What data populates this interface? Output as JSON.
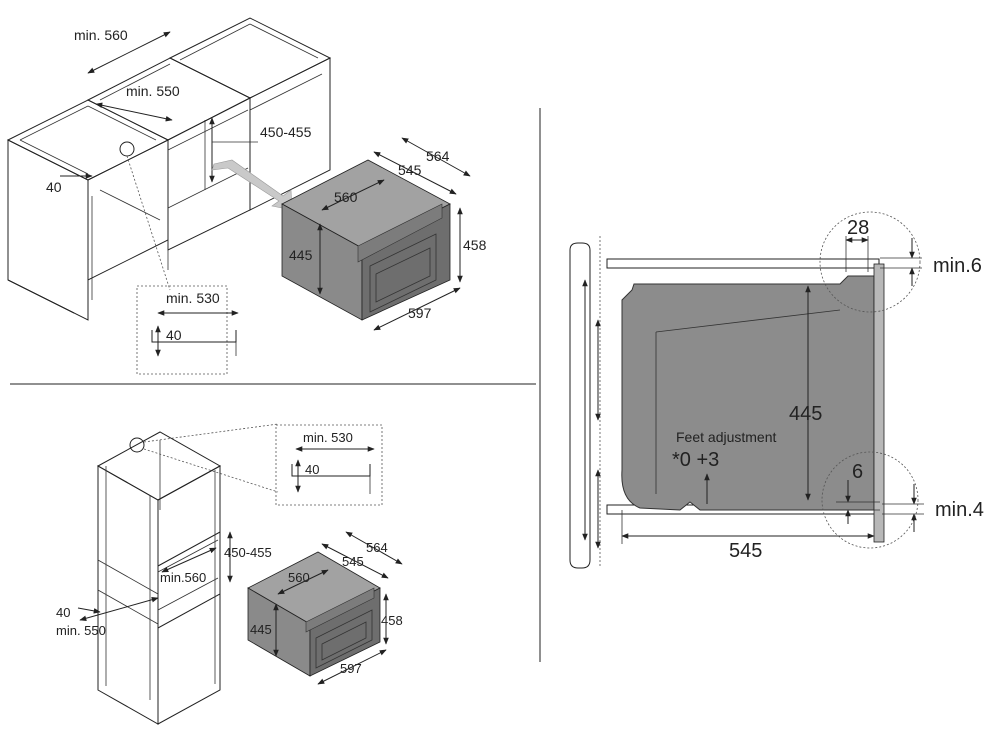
{
  "colors": {
    "oven_front": "#6e6e6e",
    "oven_side": "#8a8a8a",
    "oven_top": "#a2a2a2",
    "oven_section": "#8c8c8c",
    "arrow": "#c9c9c9",
    "line": "#222222"
  },
  "top_left": {
    "cabinet_width": "min. 560",
    "niche_depth": "min. 550",
    "niche_height": "450-455",
    "back_offset": "40",
    "oven_depth_total": "564",
    "oven_depth_body": "545",
    "oven_width_body": "560",
    "oven_height_body": "445",
    "oven_height_front": "458",
    "oven_width_front": "597",
    "detail": {
      "width": "min. 530",
      "height": "40"
    }
  },
  "bottom_left": {
    "niche_width": "min.560",
    "niche_height": "450-455",
    "back_offset": "40",
    "niche_depth": "min. 550",
    "oven_depth_total": "564",
    "oven_depth_body": "545",
    "oven_width_body": "560",
    "oven_height_body": "445",
    "oven_height_front": "458",
    "oven_width_front": "597",
    "detail": {
      "width": "min. 530",
      "height": "40"
    }
  },
  "side_view": {
    "frame_depth": "28",
    "top_gap": "min.6",
    "body_height": "445",
    "feet_label": "Feet adjustment",
    "feet_range": "*0 +3",
    "bottom_offset": "6",
    "bottom_gap": "min.4",
    "body_depth": "545"
  }
}
